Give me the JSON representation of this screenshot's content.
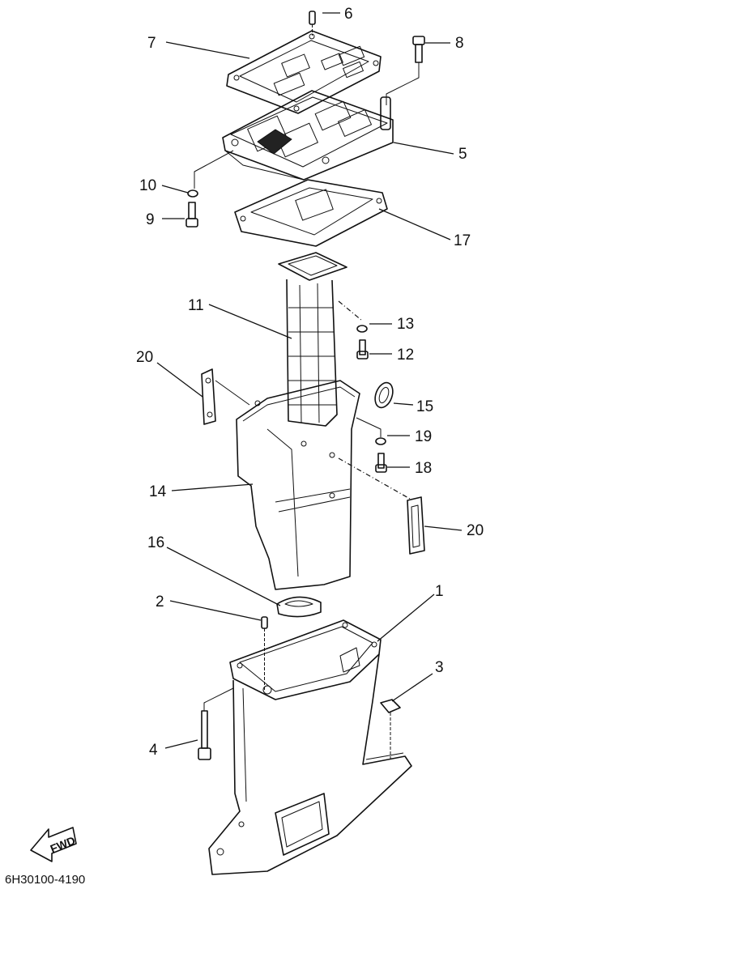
{
  "diagram": {
    "drawing_code": "6H30100-4190",
    "fwd_label": "FWD",
    "callouts": [
      {
        "id": "c1",
        "number": "1"
      },
      {
        "id": "c2",
        "number": "2"
      },
      {
        "id": "c3",
        "number": "3"
      },
      {
        "id": "c4",
        "number": "4"
      },
      {
        "id": "c5",
        "number": "5"
      },
      {
        "id": "c6",
        "number": "6"
      },
      {
        "id": "c7",
        "number": "7"
      },
      {
        "id": "c8",
        "number": "8"
      },
      {
        "id": "c9",
        "number": "9"
      },
      {
        "id": "c10",
        "number": "10"
      },
      {
        "id": "c11",
        "number": "11"
      },
      {
        "id": "c12",
        "number": "12"
      },
      {
        "id": "c13",
        "number": "13"
      },
      {
        "id": "c14",
        "number": "14"
      },
      {
        "id": "c15",
        "number": "15"
      },
      {
        "id": "c16",
        "number": "16"
      },
      {
        "id": "c17",
        "number": "17"
      },
      {
        "id": "c18",
        "number": "18"
      },
      {
        "id": "c19",
        "number": "19"
      },
      {
        "id": "c20a",
        "number": "20"
      },
      {
        "id": "c20b",
        "number": "20"
      }
    ]
  }
}
